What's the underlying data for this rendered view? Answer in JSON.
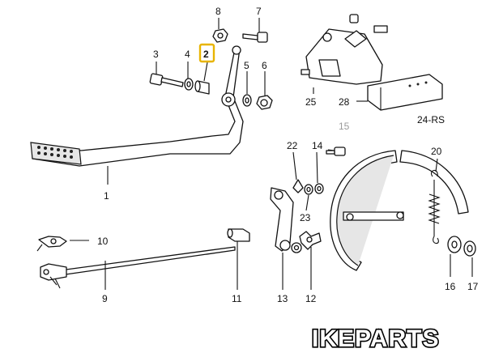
{
  "labels": {
    "p1": "1",
    "p2": "2",
    "p3": "3",
    "p4": "4",
    "p5": "5",
    "p6": "6",
    "p7": "7",
    "p8": "8",
    "p9": "9",
    "p10": "10",
    "p11": "11",
    "p12": "12",
    "p13": "13",
    "p14": "14",
    "p15": "15",
    "p16": "16",
    "p17": "17",
    "p20": "20",
    "p22": "22",
    "p23": "23",
    "p24": "24-RS",
    "p25": "25",
    "p28": "28"
  },
  "watermark": "IKEPARTS",
  "colors": {
    "highlight": "#e8b400",
    "ink": "#111111",
    "muted": "#9a9a9a"
  }
}
